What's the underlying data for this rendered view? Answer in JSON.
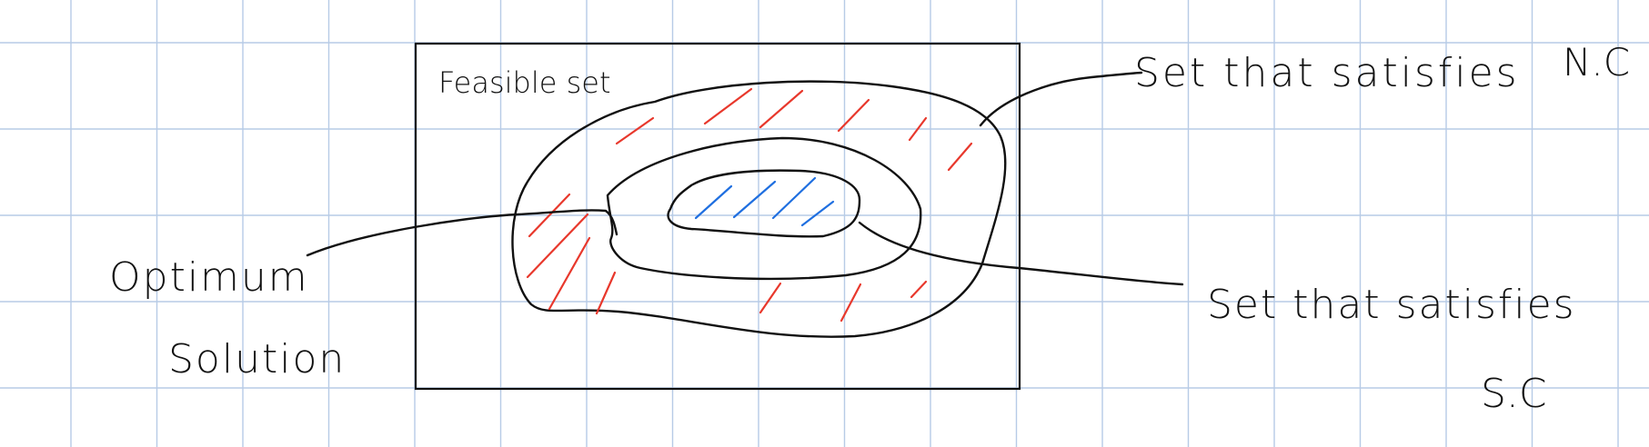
{
  "labels": {
    "feasible_set": "Feasible set",
    "nc_set_line1": "Set that satisfies",
    "nc_set_suffix": "N.C",
    "sc_set_line1": "Set that satisfies",
    "sc_set_line2": "S.C",
    "optimum_line1": "Optimum",
    "optimum_line2": "Solution"
  },
  "colors": {
    "background": "#ffffff",
    "grid": "#b7cbe6",
    "ink": "#111111",
    "nc_hatch": "#e8382c",
    "sc_hatch": "#1f6fe0"
  }
}
